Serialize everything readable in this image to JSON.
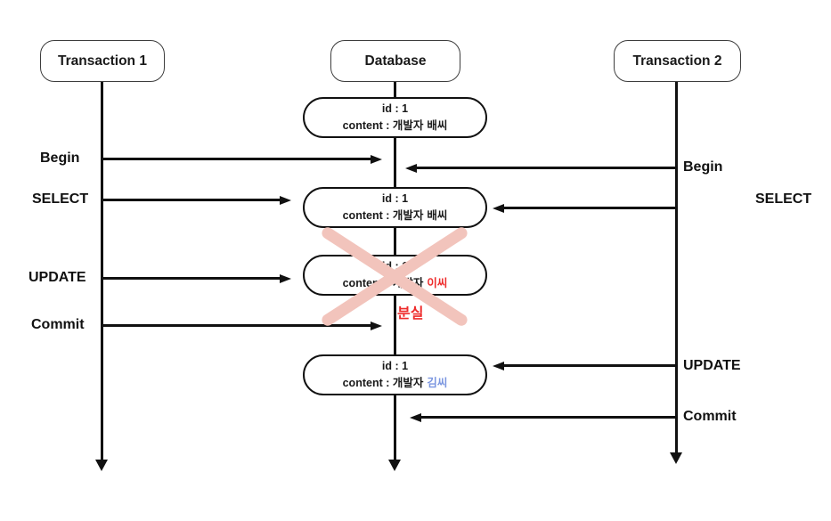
{
  "diagram": {
    "actors": [
      {
        "label": "Transaction 1"
      },
      {
        "label": "Database"
      },
      {
        "label": "Transaction 2"
      }
    ],
    "db_states": [
      {
        "line1": "id : 1",
        "line2_prefix": "content : 개발자",
        "line2_value": "배씨"
      },
      {
        "line1": "id : 1",
        "line2_prefix": "content : 개발자",
        "line2_value": "배씨"
      },
      {
        "line1": "id : 1",
        "line2_prefix": "content : 개발자",
        "line2_value": "이씨"
      },
      {
        "line1": "id : 1",
        "line2_prefix": "content : 개발자",
        "line2_value": "김씨"
      }
    ],
    "t1_ops": {
      "begin": "Begin",
      "select": "SELECT",
      "update": "UPDATE",
      "commit": "Commit"
    },
    "t2_ops": {
      "begin": "Begin",
      "select": "SELECT",
      "update": "UPDATE",
      "commit": "Commit"
    },
    "lost_annotation": "분실",
    "colors": {
      "lost_red": "#ee2b2b",
      "final_blue": "#7b96e0",
      "cross_pink": "#f2c4bc",
      "line_black": "#111111"
    }
  }
}
